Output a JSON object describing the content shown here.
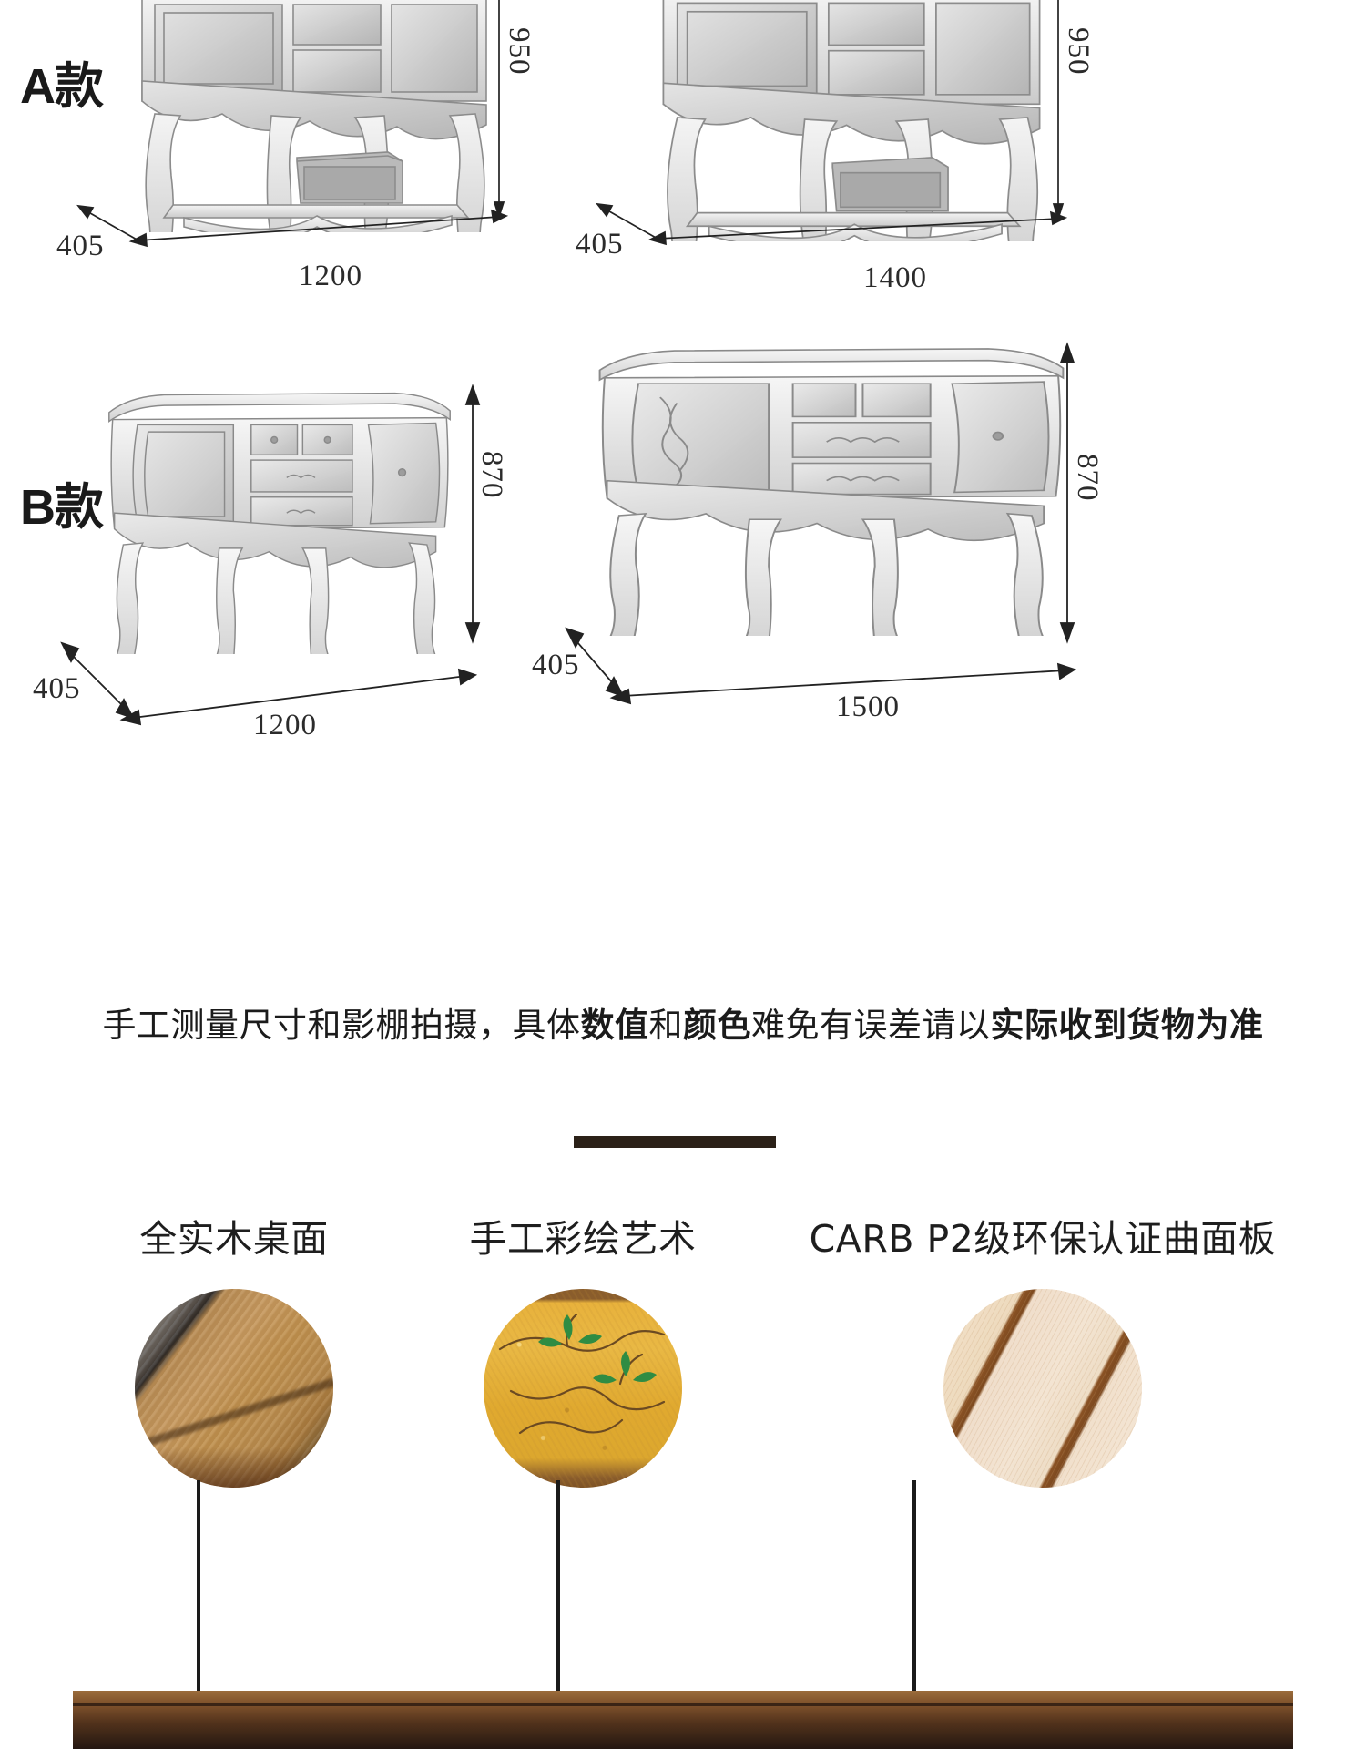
{
  "diagram": {
    "models": [
      {
        "id": "A",
        "label": "A款"
      },
      {
        "id": "B",
        "label": "B款"
      }
    ],
    "items": [
      {
        "model_label": "A款",
        "variant": "A-left",
        "height": "950",
        "depth": "405",
        "width": "1200"
      },
      {
        "model_label": "",
        "variant": "A-right",
        "height": "950",
        "depth": "405",
        "width": "1400"
      },
      {
        "model_label": "B款",
        "variant": "B-left",
        "height": "870",
        "depth": "405",
        "width": "1200"
      },
      {
        "model_label": "",
        "variant": "B-right",
        "height": "870",
        "depth": "405",
        "width": "1500"
      }
    ]
  },
  "disclaimer": {
    "part1": "手工测量尺寸和影棚拍摄，具体",
    "bold1": "数值",
    "part2": "和",
    "bold2": "颜色",
    "part3": "难免有误差请以",
    "bold3": "实际收到货物为准",
    "full_text": "手工测量尺寸和影棚拍摄，具体数值和颜色难免有误差请以实际收到货物为准"
  },
  "features": [
    {
      "title": "全实木桌面",
      "image": "solid-wood-tabletop-photo"
    },
    {
      "title": "手工彩绘艺术",
      "image": "hand-painted-art-photo"
    },
    {
      "title": "CARB P2级环保认证曲面板",
      "image": "carb-p2-curved-board-photo"
    }
  ],
  "colors": {
    "text": "#1a1a1a",
    "dimension": "#2b2b2b",
    "divider": "#2b2118",
    "paint_yellow": "#e3ab33",
    "wood_brown": "#8a5224",
    "board_cream": "#f2e1cb"
  }
}
